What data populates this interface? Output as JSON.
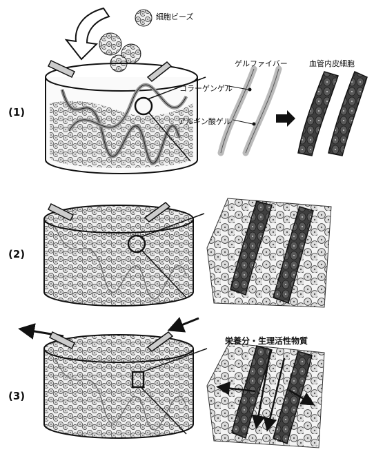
{
  "labels": {
    "cell_beads": "細胞ビーズ",
    "gel_fiber": "ゲルファイバー",
    "endothelial_cells": "血管内皮細胞",
    "collagen_gel": "コラーゲンゲル",
    "alginate_gel": "アルギン酸ゲル",
    "nutrients": "栄養分・生理活性物質"
  },
  "steps": [
    "(1)",
    "(2)",
    "(3)"
  ],
  "colors": {
    "ink": "#111111",
    "cell_fill": "#d9d9d9",
    "vessel_fill": "#4a4a4a",
    "fiber_fill": "#bdbdbd"
  }
}
